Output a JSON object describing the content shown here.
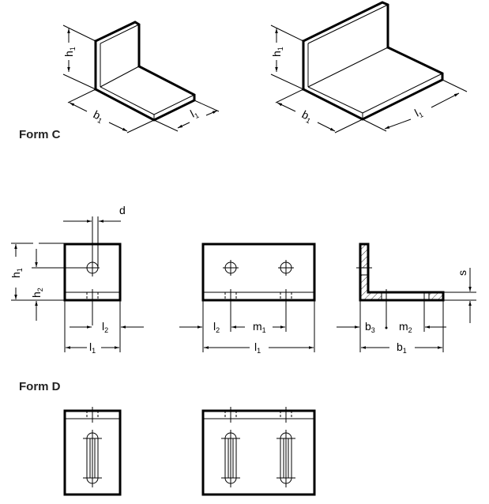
{
  "forms": {
    "form_c": "Form C",
    "form_d": "Form D"
  },
  "dimensions": {
    "h": "h",
    "b": "b",
    "l": "l",
    "m": "m",
    "d": "d",
    "s": "s",
    "sub1": "1",
    "sub2": "2",
    "sub3": "3"
  },
  "colors": {
    "line": "#000000",
    "label": "#222222"
  }
}
